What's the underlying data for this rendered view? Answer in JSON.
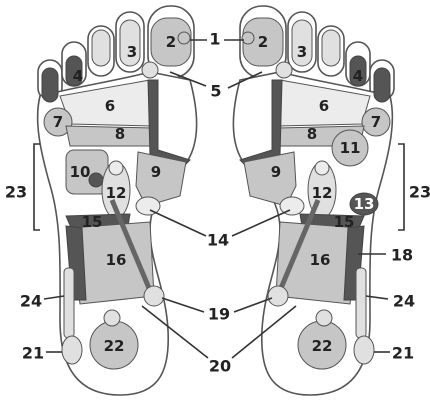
{
  "colors": {
    "outline": "#555555",
    "light_zone": "#e0e0e0",
    "mid_zone": "#c6c6c6",
    "dark_zone": "#555555",
    "label_text": "#222222"
  },
  "left_foot_labels": {
    "z2": "2",
    "z3": "3",
    "z4": "4",
    "z6": "6",
    "z7": "7",
    "z8": "8",
    "z9": "9",
    "z10": "10",
    "z12": "12",
    "z15": "15",
    "z16": "16",
    "z22": "22"
  },
  "right_foot_labels": {
    "z2": "2",
    "z3": "3",
    "z4": "4",
    "z6": "6",
    "z7": "7",
    "z8": "8",
    "z9": "9",
    "z11": "11",
    "z12": "12",
    "z13": "13",
    "z15": "15",
    "z16": "16",
    "z22": "22"
  },
  "callouts": {
    "c1": "1",
    "c5": "5",
    "c14": "14",
    "c19": "19",
    "c20": "20",
    "c18": "18",
    "c23_left": "23",
    "c23_right": "23",
    "c24_left": "24",
    "c24_right": "24",
    "c21_left": "21",
    "c21_right": "21"
  }
}
